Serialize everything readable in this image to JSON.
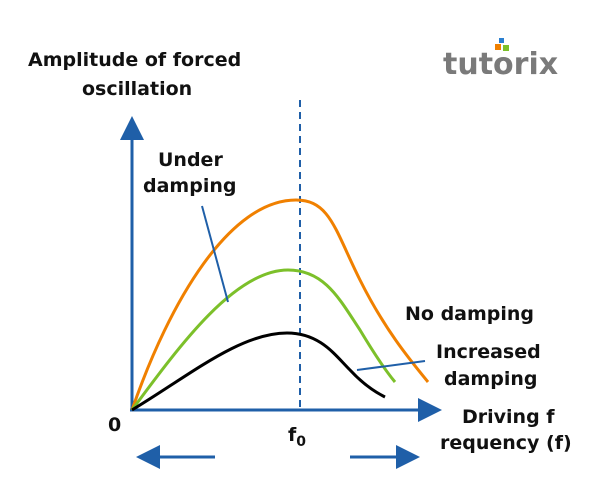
{
  "labels": {
    "y_axis_line1": "Amplitude of forced",
    "y_axis_line2": "oscillation",
    "under_line1": "Under",
    "under_line2": "damping",
    "no_damping": "No damping",
    "increased_line1": "Increased",
    "increased_line2": "damping",
    "x_axis_line1": "Driving f",
    "x_axis_line2": "requency (f)",
    "origin": "0",
    "f0_base": "f",
    "f0_sub": "0"
  },
  "logo": "tutorix",
  "colors": {
    "axis": "#1f5fa8",
    "no_damping": "#f08000",
    "under_damping": "#7cc02a",
    "increased_damping": "#000000"
  }
}
